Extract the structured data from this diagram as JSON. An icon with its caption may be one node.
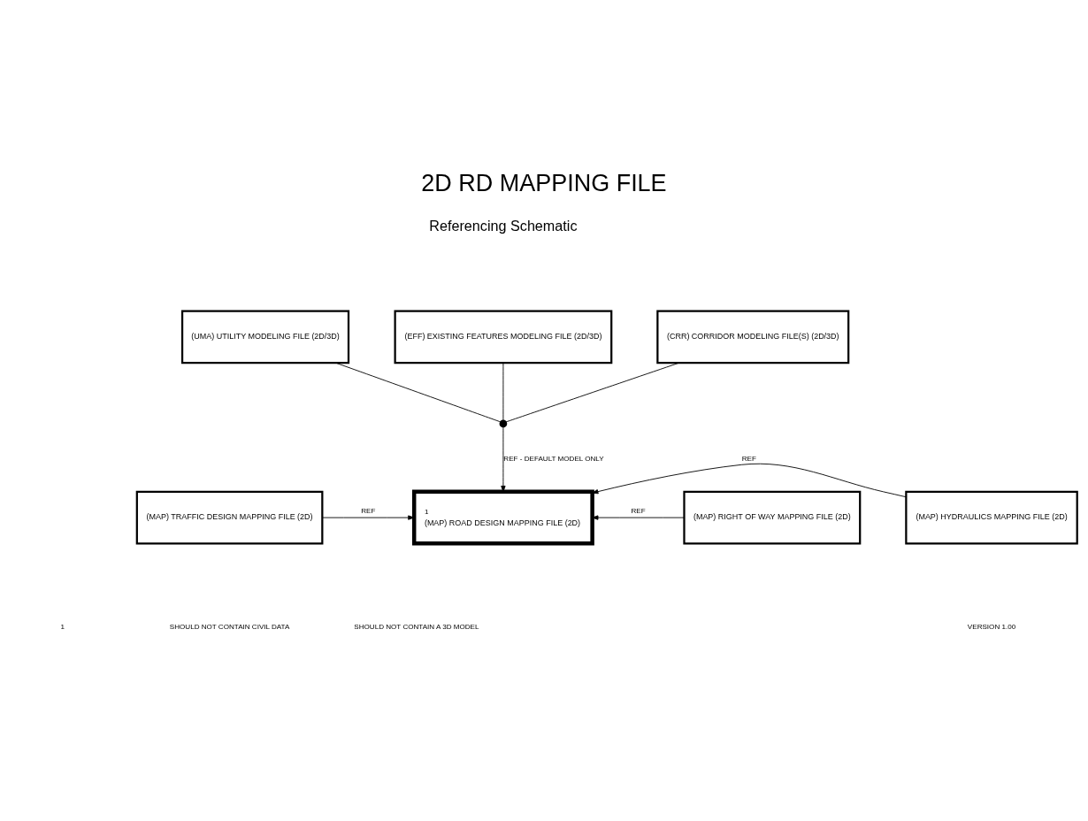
{
  "diagram": {
    "title": "2D RD MAPPING FILE",
    "nodes": [
      {
        "text": [
          "(UMA) UTILITY MODELING FILE (2D/3D)"
        ]
      },
      {
        "text": [
          "(EFF) EXISTING FEATURES MODELING FILE (2D/3D)"
        ]
      },
      {
        "text": [
          "(CRR) CORRIDOR MODELING FILE(S) (2D/3D)"
        ]
      },
      {
        "text": [],
        "shape": "circle"
      },
      {
        "text": [
          "(MAP) TRAFFIC DESIGN MAPPING FILE (2D)"
        ]
      },
      {
        "text": [
          "1",
          "(MAP) ROAD DESIGN MAPPING FILE (2D)"
        ]
      },
      {
        "text": [
          "(MAP) RIGHT OF WAY MAPPING FILE (2D)"
        ]
      },
      {
        "text": [
          "(MAP) HYDRAULICS MAPPING FILE (2D)"
        ]
      }
    ],
    "edges": [
      {
        "from": 0,
        "to": 3,
        "arrow": "none"
      },
      {
        "from": 1,
        "to": 3,
        "arrow": "none"
      },
      {
        "from": 2,
        "to": 3,
        "arrow": "none"
      },
      {
        "from": 3,
        "to": 5,
        "arrow": "to",
        "label": "REF - DEFAULT MODEL ONLY"
      },
      {
        "from": 4,
        "to": 5,
        "arrow": "to",
        "label": "REF"
      },
      {
        "from": 6,
        "to": 5,
        "arrow": "to",
        "label": "REF"
      },
      {
        "from": 7,
        "to": 5,
        "arrow": "to",
        "label": "REF"
      }
    ],
    "labels": [
      "Referencing Schematic",
      "1",
      "SHOULD NOT CONTAIN CIVIL DATA",
      "SHOULD NOT CONTAIN A 3D MODEL",
      "VERSION 1.00"
    ]
  }
}
